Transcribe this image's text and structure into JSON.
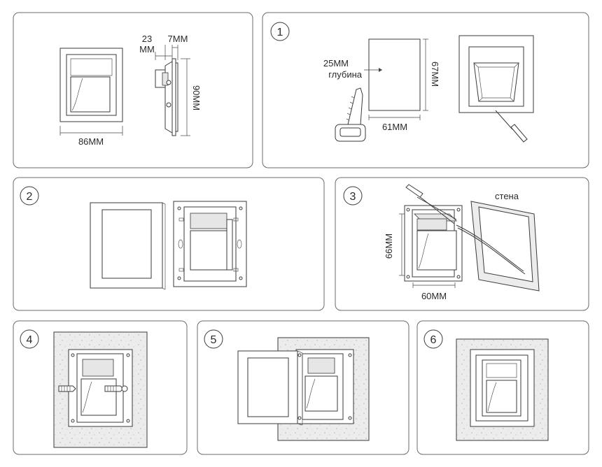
{
  "steps": [
    "1",
    "2",
    "3",
    "4",
    "5",
    "6"
  ],
  "dimensions": {
    "width_total": "86MM",
    "height_total": "90MM",
    "protrusion": "7MM",
    "recess_top": "23",
    "recess_bottom": "MM",
    "inner_height": "67MM",
    "inner_width": "61MM",
    "depth": "25MM",
    "depth_word": "глубина",
    "box_height": "66MM",
    "box_width": "60MM"
  },
  "labels": {
    "wall": "стена"
  }
}
